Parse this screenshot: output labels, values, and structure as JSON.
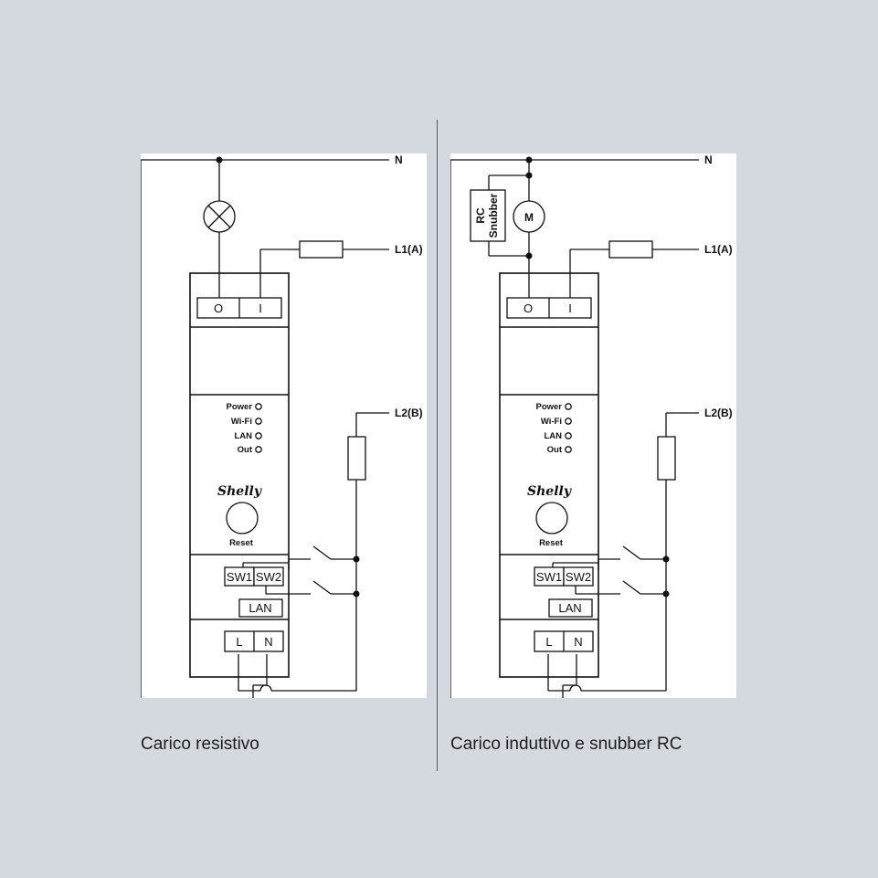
{
  "diagrams": [
    {
      "caption": "Carico resistivo",
      "load": "lamp",
      "labels": {
        "neutral": "N",
        "line1": "L1(A)",
        "line2": "L2(B)"
      },
      "device": {
        "output_terminals": [
          "O",
          "I"
        ],
        "leds": [
          "Power",
          "Wi-Fi",
          "LAN",
          "Out"
        ],
        "brand": "Shelly",
        "reset_label": "Reset",
        "switch_terminals": [
          "SW1",
          "SW2"
        ],
        "lan_label": "LAN",
        "power_terminals": [
          "L",
          "N"
        ]
      }
    },
    {
      "caption": "Carico induttivo e snubber RC",
      "load": "motor",
      "load_label": "M",
      "snubber_label": [
        "RC",
        "Snubber"
      ],
      "labels": {
        "neutral": "N",
        "line1": "L1(A)",
        "line2": "L2(B)"
      },
      "device": {
        "output_terminals": [
          "O",
          "I"
        ],
        "leds": [
          "Power",
          "Wi-Fi",
          "LAN",
          "Out"
        ],
        "brand": "Shelly",
        "reset_label": "Reset",
        "switch_terminals": [
          "SW1",
          "SW2"
        ],
        "lan_label": "LAN",
        "power_terminals": [
          "L",
          "N"
        ]
      }
    }
  ]
}
